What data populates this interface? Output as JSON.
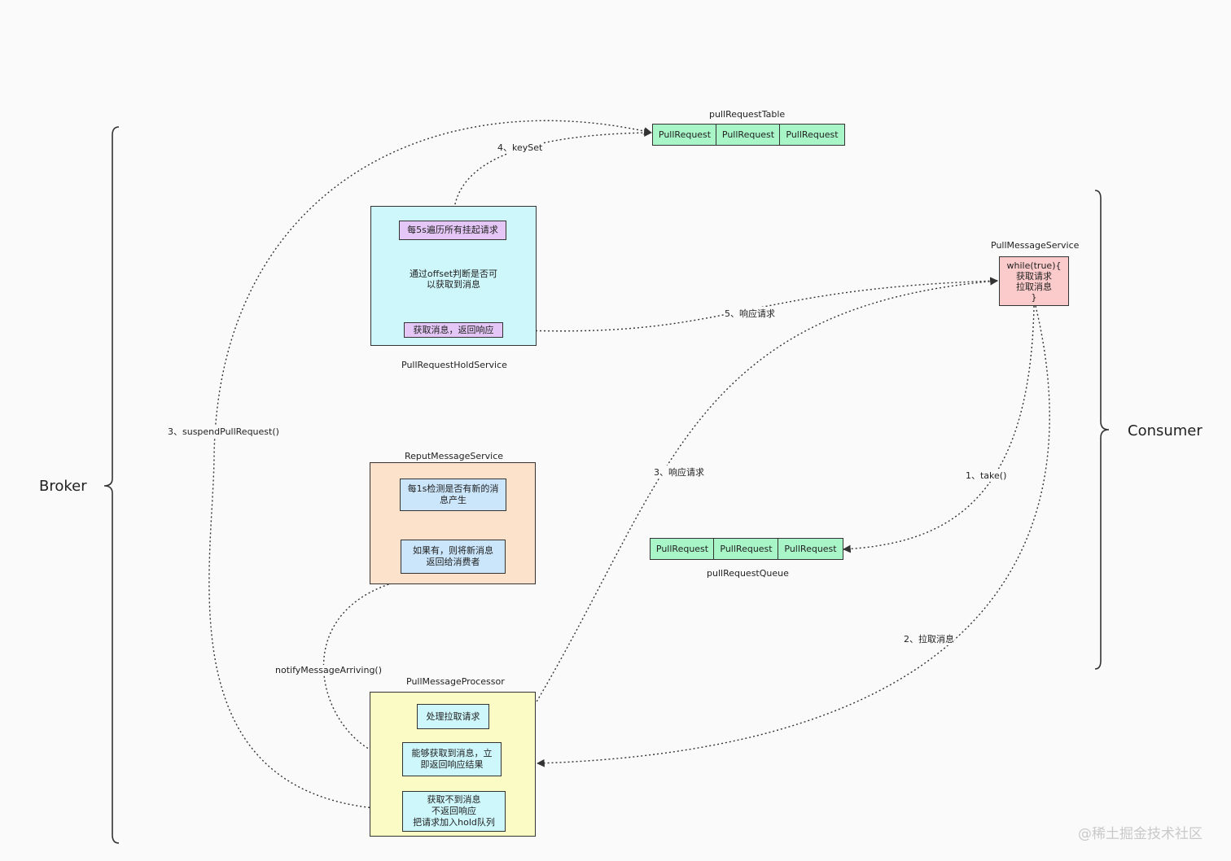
{
  "broker_label": "Broker",
  "consumer_label": "Consumer",
  "pull_request_table": {
    "title": "pullRequestTable",
    "cells": [
      "PullRequest",
      "PullRequest",
      "PullRequest"
    ]
  },
  "pull_request_queue": {
    "title": "pullRequestQueue",
    "cells": [
      "PullRequest",
      "PullRequest",
      "PullRequest"
    ]
  },
  "hold_service": {
    "title": "PullRequestHoldService",
    "step1": "每5s遍历所有挂起请求",
    "decision": "通过offset判断是否可\n以获取到消息",
    "step2": "获取消息，返回响应"
  },
  "reput_service": {
    "title": "ReputMessageService",
    "step1": "每1s检测是否有新的消\n息产生",
    "step2": "如果有，则将新消息\n返回给消费者"
  },
  "processor": {
    "title": "PullMessageProcessor",
    "step1": "处理拉取请求",
    "step2": "能够获取到消息，立\n即返回响应结果",
    "step3": "获取不到消息\n不返回响应\n把请求加入hold队列"
  },
  "pull_message_service": {
    "title": "PullMessageService",
    "code": "while(true){\n获取请求\n拉取消息\n}"
  },
  "edges": {
    "key_set": "4、keySet",
    "respond5": "5、响应请求",
    "suspend": "3、suspendPullRequest()",
    "respond3": "3、响应请求",
    "take": "1、take()",
    "pull": "2、拉取消息",
    "notify": "notifyMessageArriving()"
  },
  "watermark": "@稀土掘金技术社区"
}
